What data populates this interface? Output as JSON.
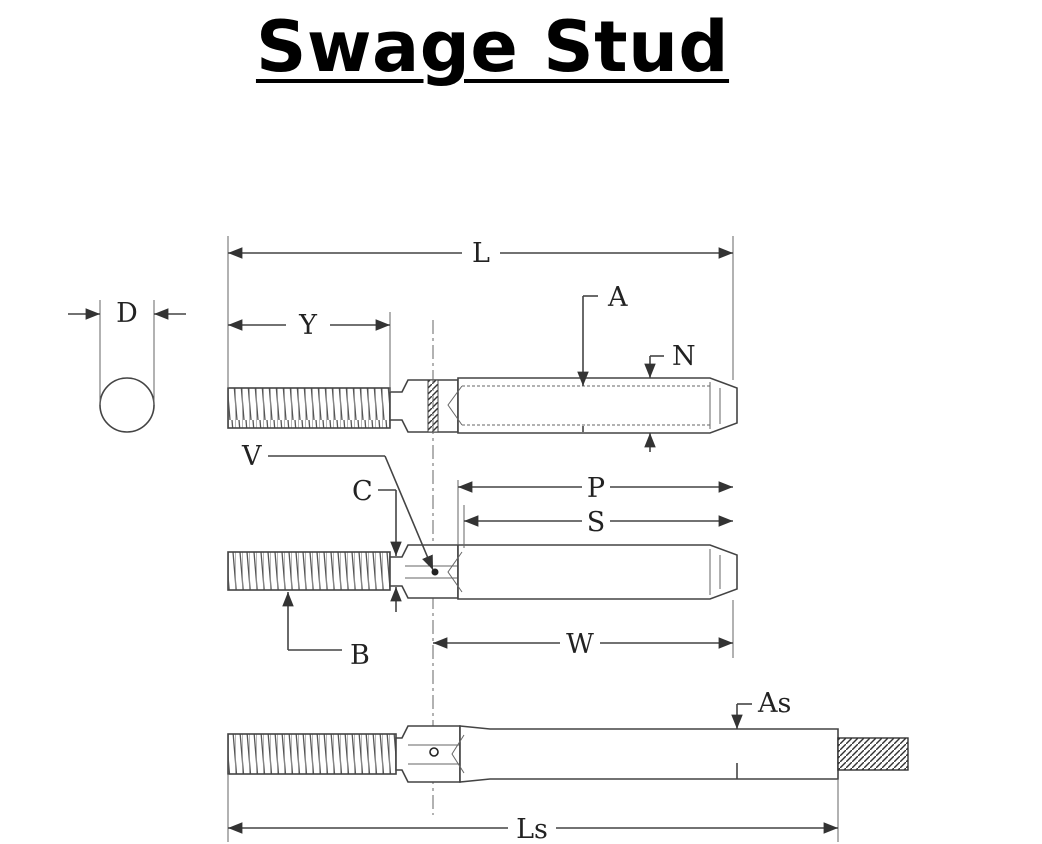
{
  "title": "Swage Stud",
  "labels": {
    "L": "L",
    "Y": "Y",
    "D": "D",
    "A": "A",
    "N": "N",
    "V": "V",
    "C": "C",
    "P": "P",
    "S": "S",
    "B": "B",
    "W": "W",
    "As": "As",
    "Ls": "Ls"
  }
}
